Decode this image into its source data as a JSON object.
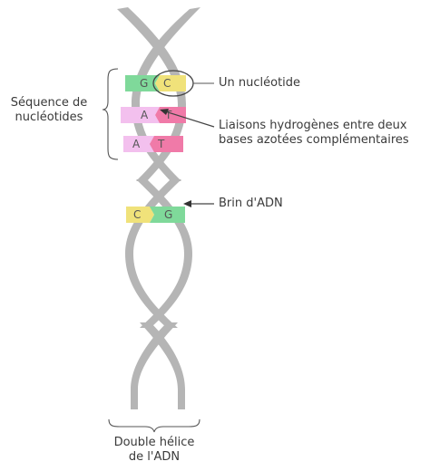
{
  "labels": {
    "sequence": [
      "Séquence de",
      "nucléotides"
    ],
    "nucleotide": "Un nucléotide",
    "hydrogen": [
      "Liaisons hydrogènes entre deux",
      "bases azotées complémentaires"
    ],
    "strand": "Brin d'ADN",
    "helix": [
      "Double hélice",
      "de l'ADN"
    ]
  },
  "base_pairs": [
    {
      "left": "G",
      "right": "C"
    },
    {
      "left": "A",
      "right": "T"
    },
    {
      "left": "A",
      "right": "T"
    },
    {
      "left": "C",
      "right": "G"
    }
  ],
  "colors": {
    "strand": "#b5b5b5",
    "G": "#7fd99a",
    "C": "#f0e27a",
    "A": "#f3c0ee",
    "T": "#f07aa8",
    "line": "#555555"
  }
}
